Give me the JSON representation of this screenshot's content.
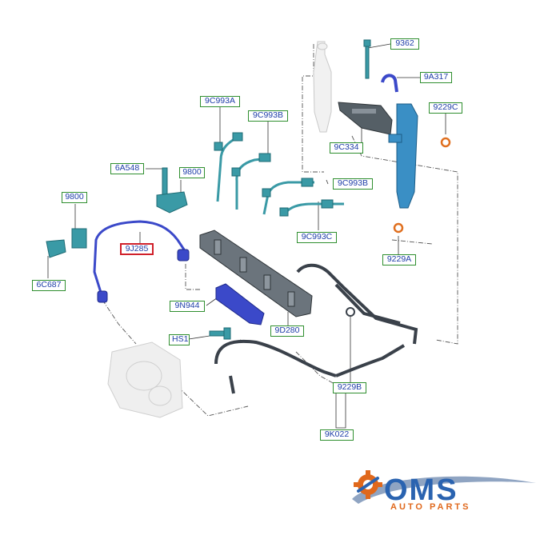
{
  "callouts": {
    "c9362": "9362",
    "c9A317": "9A317",
    "c9229C": "9229C",
    "c9C993A": "9C993A",
    "c9C993B_top": "9C993B",
    "c9C334": "9C334",
    "c6A548": "6A548",
    "c9800_top": "9800",
    "c9C993B_mid": "9C993B",
    "c9800_left": "9800",
    "c9C993C": "9C993C",
    "c9229A": "9229A",
    "c9J285": "9J285",
    "c6C687": "6C687",
    "c9N944": "9N944",
    "cHS1": "HS1",
    "c9D280": "9D280",
    "c9229B": "9229B",
    "c9K022": "9K022"
  },
  "logo": {
    "main": "OMS",
    "sub": "AUTO PARTS"
  },
  "colors": {
    "callout_border": "#2f8f2f",
    "callout_text": "#1f3ea8",
    "highlight_border": "#d0202a",
    "part_teal": "#3a9aa6",
    "part_blue": "#3b49c9",
    "logo_blue": "#2a63b0",
    "logo_orange": "#e0681c"
  }
}
